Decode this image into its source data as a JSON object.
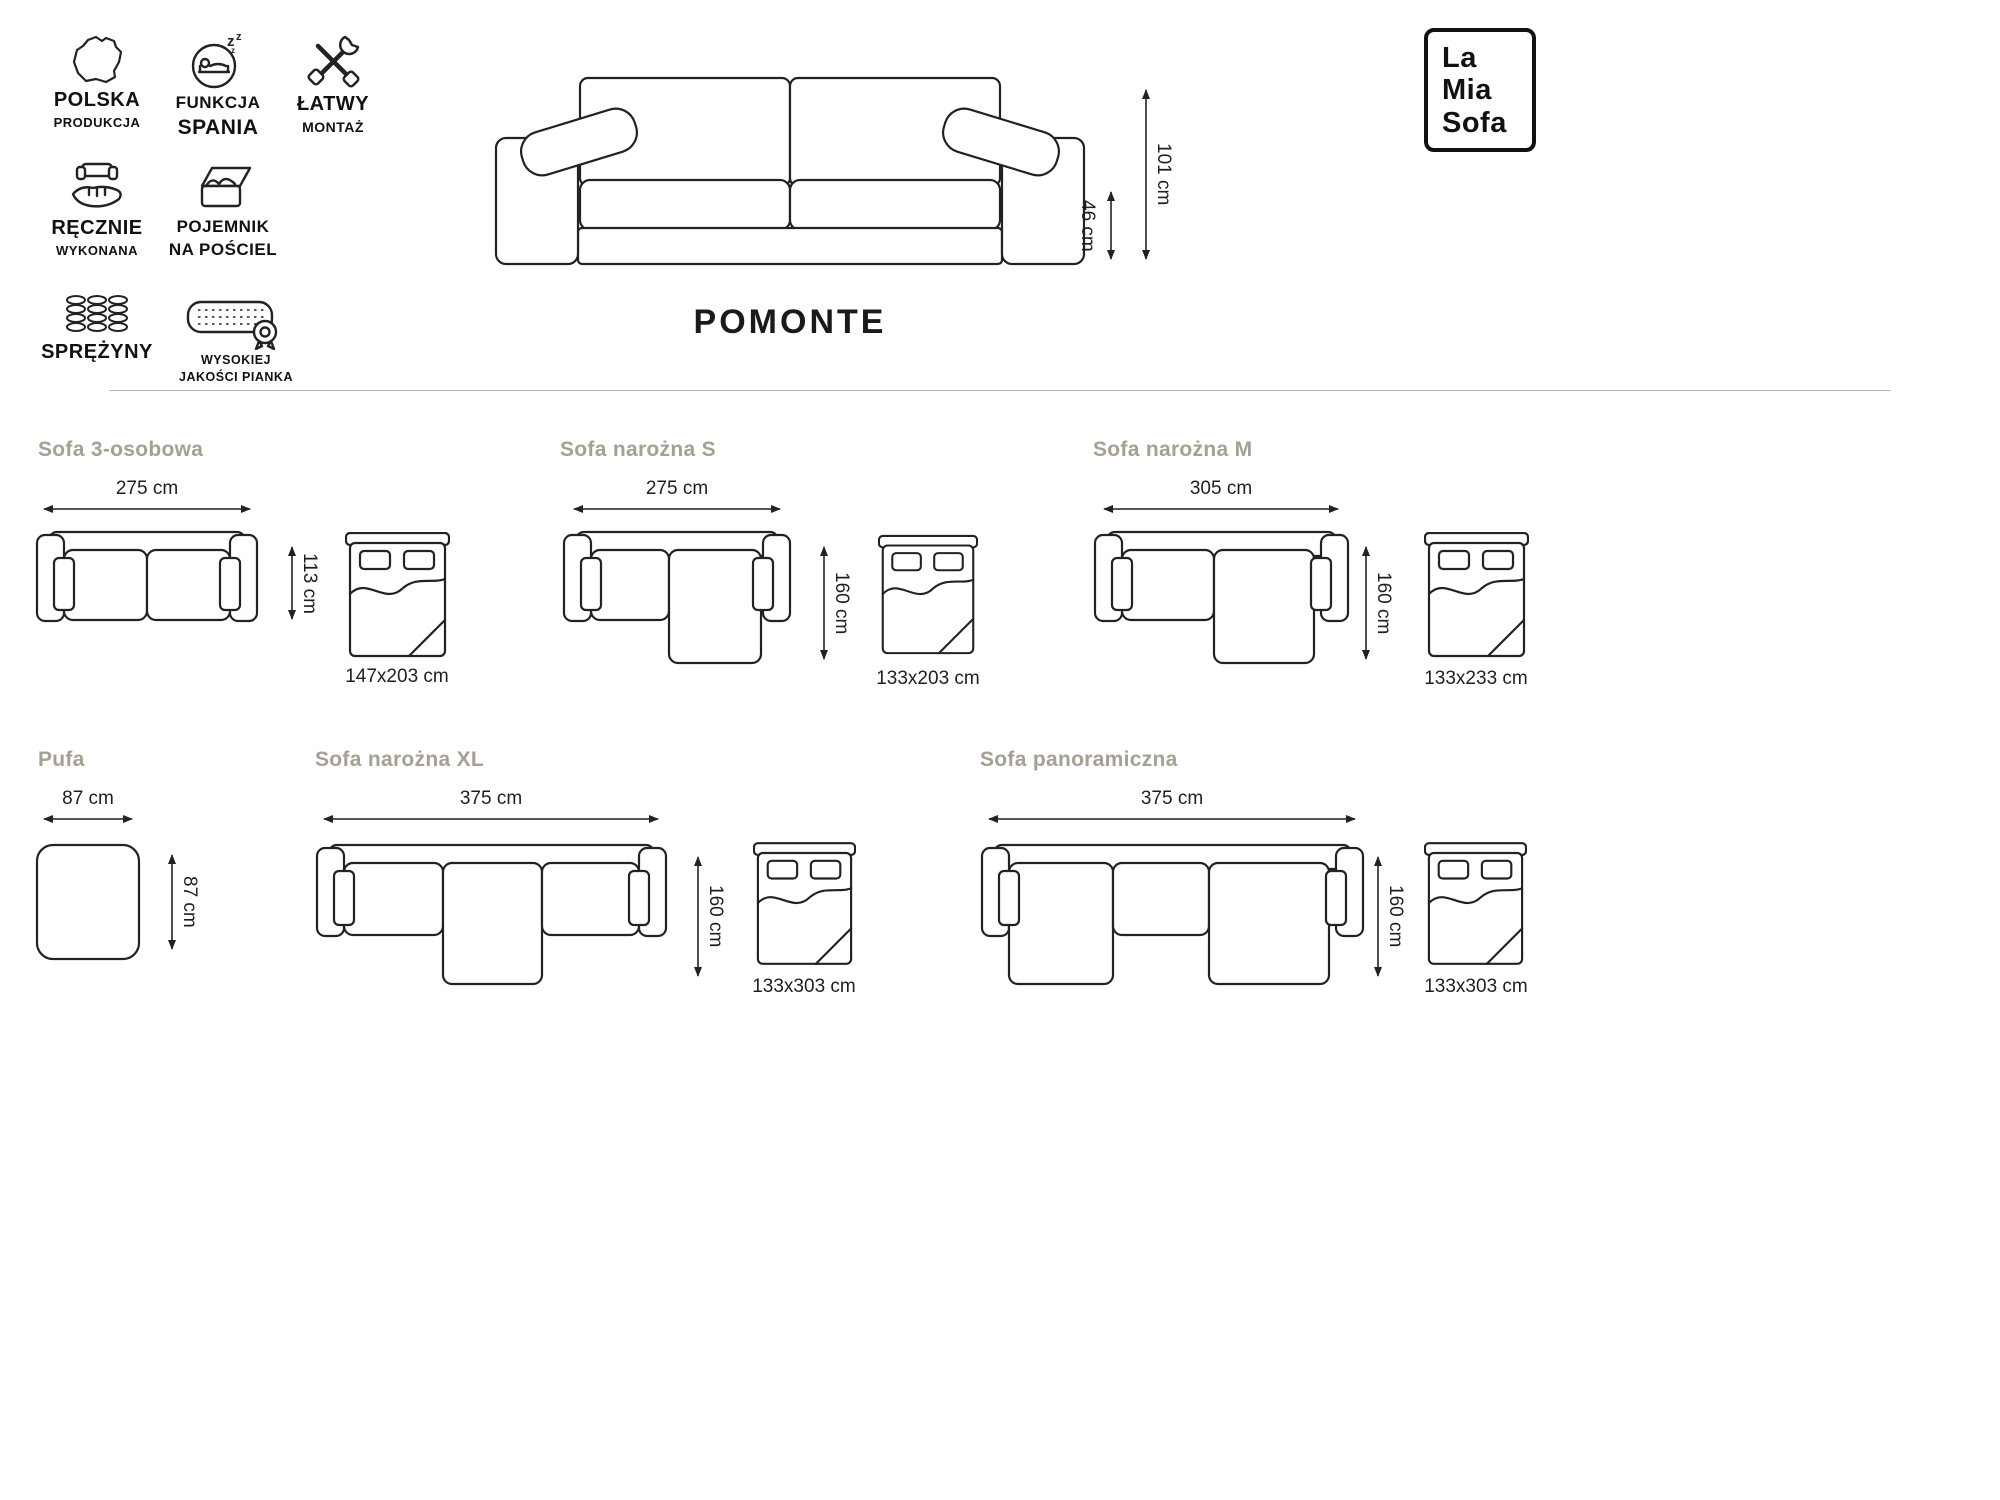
{
  "brand": {
    "line1": "La",
    "line2": "Mia",
    "line3": "Sofa"
  },
  "product": {
    "title": "POMONTE"
  },
  "features": [
    {
      "label1": "POLSKA",
      "label2": "PRODUKCJA"
    },
    {
      "label1": "FUNKCJA",
      "label2": "SPANIA"
    },
    {
      "label1": "ŁATWY",
      "label2": "MONTAŻ"
    },
    {
      "label1": "RĘCZNIE",
      "label2": "WYKONANA"
    },
    {
      "label1": "POJEMNIK",
      "label2": "NA POŚCIEL"
    },
    {
      "label1": "SPRĘŻYNY",
      "label2": ""
    },
    {
      "label1": "WYSOKIEJ",
      "label2": "JAKOŚCI PIANKA"
    }
  ],
  "hero": {
    "height_total": "101 cm",
    "seat_height": "46 cm"
  },
  "configs": [
    {
      "name": "Sofa 3-osobowa",
      "width": "275 cm",
      "depth": "113 cm",
      "bed": "147x203 cm"
    },
    {
      "name": "Sofa narożna S",
      "width": "275 cm",
      "depth": "160 cm",
      "bed": "133x203 cm"
    },
    {
      "name": "Sofa narożna M",
      "width": "305 cm",
      "depth": "160 cm",
      "bed": "133x233 cm"
    },
    {
      "name": "Pufa",
      "width": "87 cm",
      "depth": "87 cm",
      "bed": ""
    },
    {
      "name": "Sofa narożna XL",
      "width": "375 cm",
      "depth": "160 cm",
      "bed": "133x303 cm"
    },
    {
      "name": "Sofa panoramiczna",
      "width": "375 cm",
      "depth": "160 cm",
      "bed": "133x303 cm"
    }
  ]
}
